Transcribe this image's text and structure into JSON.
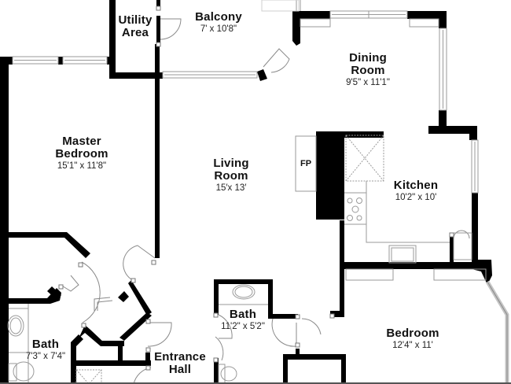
{
  "floorplan": {
    "rooms": [
      {
        "id": "utility-area",
        "name": "Utility Area",
        "name_lines": [
          "Utility",
          "Area"
        ],
        "dimensions": ""
      },
      {
        "id": "balcony",
        "name": "Balcony",
        "name_lines": [
          "Balcony"
        ],
        "dimensions": "7' x 10'8\""
      },
      {
        "id": "dining-room",
        "name": "Dining Room",
        "name_lines": [
          "Dining",
          "Room"
        ],
        "dimensions": "9'5\" x 11'1\""
      },
      {
        "id": "master-bedroom",
        "name": "Master Bedroom",
        "name_lines": [
          "Master",
          "Bedroom"
        ],
        "dimensions": "15'1\" x 11'8\""
      },
      {
        "id": "living-room",
        "name": "Living Room",
        "name_lines": [
          "Living",
          "Room"
        ],
        "dimensions": "15′x 13′"
      },
      {
        "id": "kitchen",
        "name": "Kitchen",
        "name_lines": [
          "Kitchen"
        ],
        "dimensions": "10'2\" x 10'"
      },
      {
        "id": "bath-1",
        "name": "Bath",
        "name_lines": [
          "Bath"
        ],
        "dimensions": "7'3\" x 7'4\""
      },
      {
        "id": "bath-2",
        "name": "Bath",
        "name_lines": [
          "Bath"
        ],
        "dimensions": "11'2\" x 5'2\""
      },
      {
        "id": "entrance-hall",
        "name": "Entrance Hall",
        "name_lines": [
          "Entrance",
          "Hall"
        ],
        "dimensions": ""
      },
      {
        "id": "bedroom",
        "name": "Bedroom",
        "name_lines": [
          "Bedroom"
        ],
        "dimensions": "12'4\" x 11'"
      }
    ],
    "fixtures": {
      "fireplace_label": "FP"
    },
    "colors": {
      "wall": "#000000",
      "window": "#9a9a9a",
      "door_swing": "#8a8a8a",
      "background": "#ffffff"
    }
  }
}
